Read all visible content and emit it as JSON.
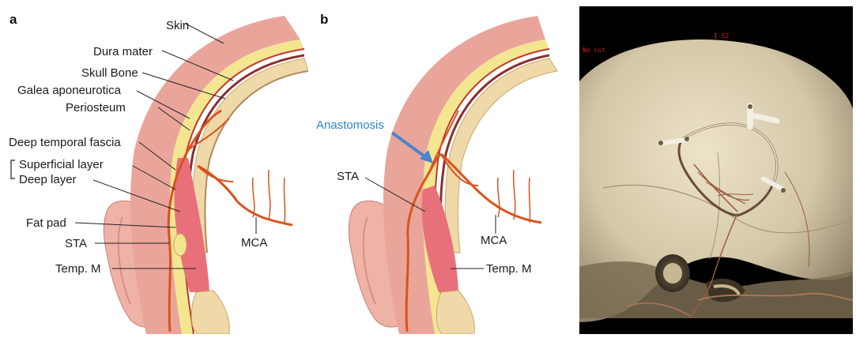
{
  "panel_a": {
    "letter": "a",
    "labels": {
      "skin": "Skin",
      "dura_mater": "Dura mater",
      "skull_bone": "Skull Bone",
      "galea": "Galea aponeurotica",
      "periosteum": "Periosteum",
      "deep_temporal_fascia": "Deep temporal fascia",
      "superficial_layer": "Superficial layer",
      "deep_layer": "Deep layer",
      "fat_pad": "Fat pad",
      "sta": "STA",
      "temp_m": "Temp. M",
      "mca": "MCA"
    }
  },
  "panel_b": {
    "letter": "b",
    "labels": {
      "anastomosis": "Anastomosis",
      "sta": "STA",
      "mca": "MCA",
      "temp_m": "Temp. M"
    }
  },
  "panel_c": {
    "overlay_top": "I 52",
    "overlay_left": "No cut"
  },
  "colors": {
    "skin": "#eaa59b",
    "skin_light": "#f3c2b8",
    "fat": "#f4e690",
    "bone": "#f0d9a8",
    "dura": "#8c2e2e",
    "artery": "#d9531f",
    "muscle": "#e8707a",
    "anastomosis_label": "#2b86c9",
    "arrow": "#4a86c8",
    "ct_bone": "#d9ccb0",
    "ct_background": "#000000"
  }
}
